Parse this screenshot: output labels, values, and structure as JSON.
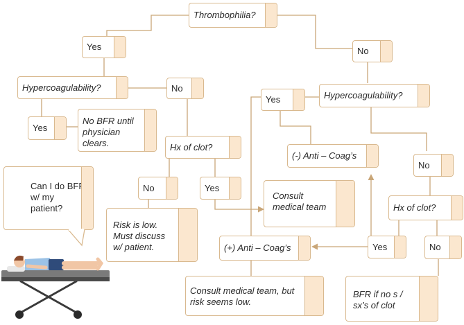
{
  "nodes": {
    "thrombophilia": "Thrombophilia?",
    "yes_top": "Yes",
    "no_top": "No",
    "hyper_left": "Hypercoagulability?",
    "no_left": "No",
    "yes_left": "Yes",
    "no_bfr": "No BFR until\nphysician\nclears.",
    "hx_left": "Hx of clot?",
    "no_hx_left": "No",
    "yes_hx_left": "Yes",
    "risk_low": "Risk is low.\nMust discuss\nw/ patient.",
    "bubble": "Can I do BFR\nw/ my\npatient?",
    "yes_right": "Yes",
    "hyper_right": "Hypercoagulability?",
    "neg_anticoag": "(-) Anti – Coag’s",
    "consult_team": "Consult\nmedical team",
    "no_right": "No",
    "hx_right": "Hx of clot?",
    "yes_hx_right": "Yes",
    "pos_anticoag": "(+) Anti – Coag’s",
    "no_hx_right": "No",
    "consult_low": "Consult medical team, but\nrisk seems low.",
    "bfr_if": "BFR if no s /\nsx’s of clot"
  },
  "colors": {
    "border": "#d9b98f",
    "tab_fill": "#fbe7cf",
    "line": "#c9a678",
    "text": "#2a2a2a"
  },
  "icons": [
    "patient-on-stretcher-icon",
    "speech-bubble-icon"
  ]
}
